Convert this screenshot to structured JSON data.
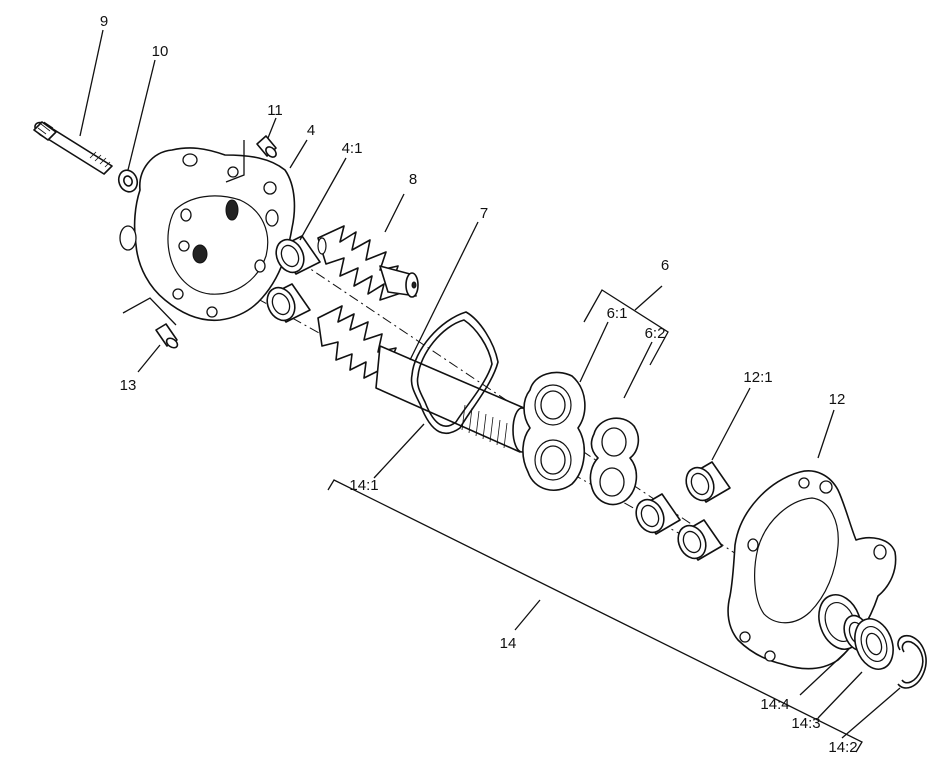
{
  "labels": {
    "l9": "9",
    "l10": "10",
    "l11": "11",
    "l4": "4",
    "l4_1": "4:1",
    "l8": "8",
    "l7": "7",
    "l6": "6",
    "l6_1": "6:1",
    "l6_2": "6:2",
    "l12_1": "12:1",
    "l12": "12",
    "l13": "13",
    "l14_1": "14:1",
    "l14": "14",
    "l14_4": "14:4",
    "l14_3": "14:3",
    "l14_2": "14:2"
  }
}
